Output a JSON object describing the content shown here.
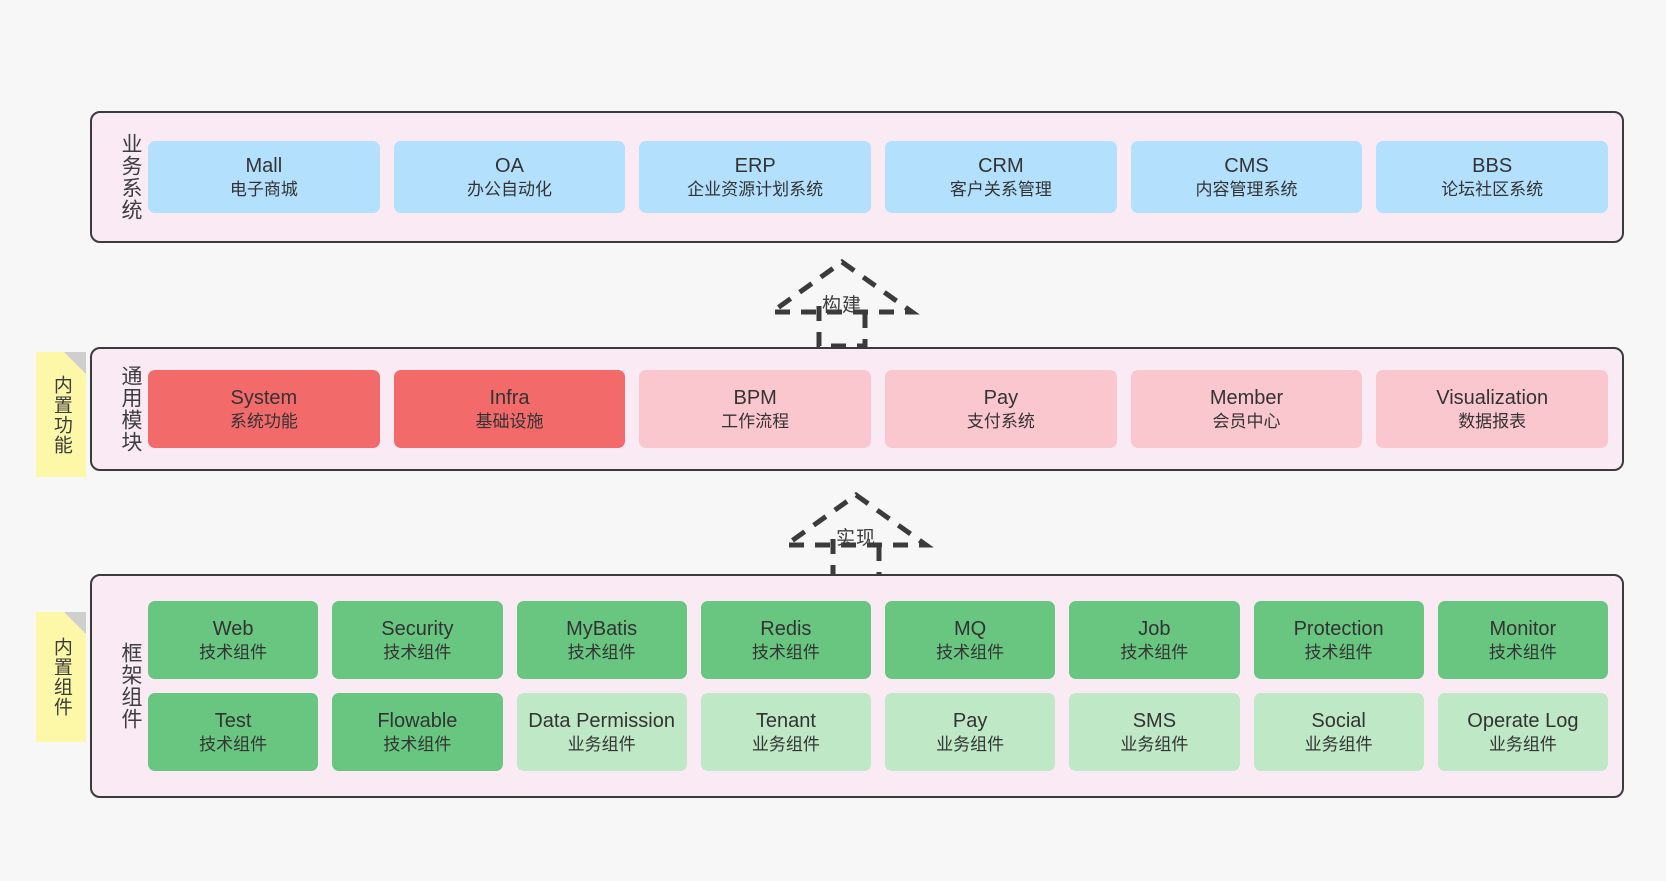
{
  "diagram": {
    "title": "Architecture layers",
    "colors": {
      "panel_bg": "#faeaf4",
      "panel_border": "#3b3b3b",
      "business_card": "#b3e0fc",
      "module_core_card": "#f26a6a",
      "module_card": "#fbc7cf",
      "tech_component_card": "#68c680",
      "business_component_card": "#bfe8c6",
      "sticky_note": "#fdf7a8",
      "sticky_fold": "#cfcfcf"
    }
  },
  "layers": {
    "business": {
      "label": "业务系统",
      "cards": [
        {
          "title": "Mall",
          "sub": "电子商城"
        },
        {
          "title": "OA",
          "sub": "办公自动化"
        },
        {
          "title": "ERP",
          "sub": "企业资源计划系统"
        },
        {
          "title": "CRM",
          "sub": "客户关系管理"
        },
        {
          "title": "CMS",
          "sub": "内容管理系统"
        },
        {
          "title": "BBS",
          "sub": "论坛社区系统"
        }
      ]
    },
    "modules": {
      "label": "通用模块",
      "cards": [
        {
          "title": "System",
          "sub": "系统功能",
          "style": "red"
        },
        {
          "title": "Infra",
          "sub": "基础设施",
          "style": "red"
        },
        {
          "title": "BPM",
          "sub": "工作流程",
          "style": "pink-light"
        },
        {
          "title": "Pay",
          "sub": "支付系统",
          "style": "pink-light"
        },
        {
          "title": "Member",
          "sub": "会员中心",
          "style": "pink-light"
        },
        {
          "title": "Visualization",
          "sub": "数据报表",
          "style": "pink-light"
        }
      ]
    },
    "framework": {
      "label": "框架组件",
      "row1": [
        {
          "title": "Web",
          "sub": "技术组件",
          "style": "green"
        },
        {
          "title": "Security",
          "sub": "技术组件",
          "style": "green"
        },
        {
          "title": "MyBatis",
          "sub": "技术组件",
          "style": "green"
        },
        {
          "title": "Redis",
          "sub": "技术组件",
          "style": "green"
        },
        {
          "title": "MQ",
          "sub": "技术组件",
          "style": "green"
        },
        {
          "title": "Job",
          "sub": "技术组件",
          "style": "green"
        },
        {
          "title": "Protection",
          "sub": "技术组件",
          "style": "green"
        },
        {
          "title": "Monitor",
          "sub": "技术组件",
          "style": "green"
        }
      ],
      "row2": [
        {
          "title": "Test",
          "sub": "技术组件",
          "style": "green"
        },
        {
          "title": "Flowable",
          "sub": "技术组件",
          "style": "green"
        },
        {
          "title": "Data Permission",
          "sub": "业务组件",
          "style": "green-light"
        },
        {
          "title": "Tenant",
          "sub": "业务组件",
          "style": "green-light"
        },
        {
          "title": "Pay",
          "sub": "业务组件",
          "style": "green-light"
        },
        {
          "title": "SMS",
          "sub": "业务组件",
          "style": "green-light"
        },
        {
          "title": "Social",
          "sub": "业务组件",
          "style": "green-light"
        },
        {
          "title": "Operate Log",
          "sub": "业务组件",
          "style": "green-light"
        }
      ]
    }
  },
  "sticky_notes": [
    {
      "id": "features",
      "text": "内置功能"
    },
    {
      "id": "components",
      "text": "内置组件"
    }
  ],
  "connectors": [
    {
      "id": "build",
      "label": "构建"
    },
    {
      "id": "implement",
      "label": "实现"
    }
  ]
}
